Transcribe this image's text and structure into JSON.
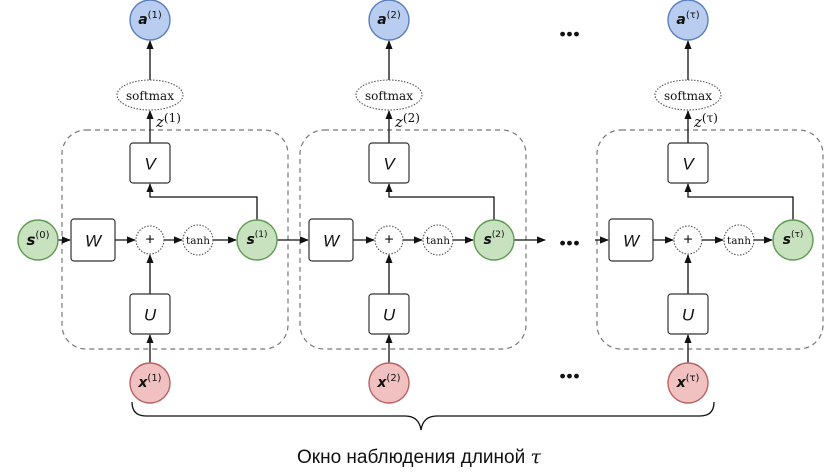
{
  "caption": {
    "text": "Окно наблюдения длиной ",
    "symbol": "τ"
  },
  "ellipsis": "•••",
  "initial_state": {
    "base": "s",
    "sup": "(0)"
  },
  "softmax_label": "softmax",
  "tanh_label": "tanh",
  "plus_label": "+",
  "cells": [
    {
      "index": "(1)",
      "output": {
        "base": "a",
        "sup": "(1)"
      },
      "z": {
        "base": "z",
        "sup": "(1)"
      },
      "state": {
        "base": "s",
        "sup": "(1)"
      },
      "input": {
        "base": "x",
        "sup": "(1)"
      },
      "W": "W",
      "U": "U",
      "V": "V"
    },
    {
      "index": "(2)",
      "output": {
        "base": "a",
        "sup": "(2)"
      },
      "z": {
        "base": "z",
        "sup": "(2)"
      },
      "state": {
        "base": "s",
        "sup": "(2)"
      },
      "input": {
        "base": "x",
        "sup": "(2)"
      },
      "W": "W",
      "U": "U",
      "V": "V"
    },
    {
      "index": "(τ)",
      "output": {
        "base": "a",
        "sup": "(τ)"
      },
      "z": {
        "base": "z",
        "sup": "(τ)"
      },
      "state": {
        "base": "s",
        "sup": "(τ)"
      },
      "input": {
        "base": "x",
        "sup": "(τ)"
      },
      "W": "W",
      "U": "U",
      "V": "V"
    }
  ],
  "colors": {
    "output_fill": "#b8cdef",
    "output_stroke": "#5a7fbf",
    "state_fill": "#c8e2c0",
    "state_stroke": "#5e9a52",
    "input_fill": "#f1c0c0",
    "input_stroke": "#b86363",
    "dashed_stroke": "#777777",
    "line": "#111111"
  }
}
